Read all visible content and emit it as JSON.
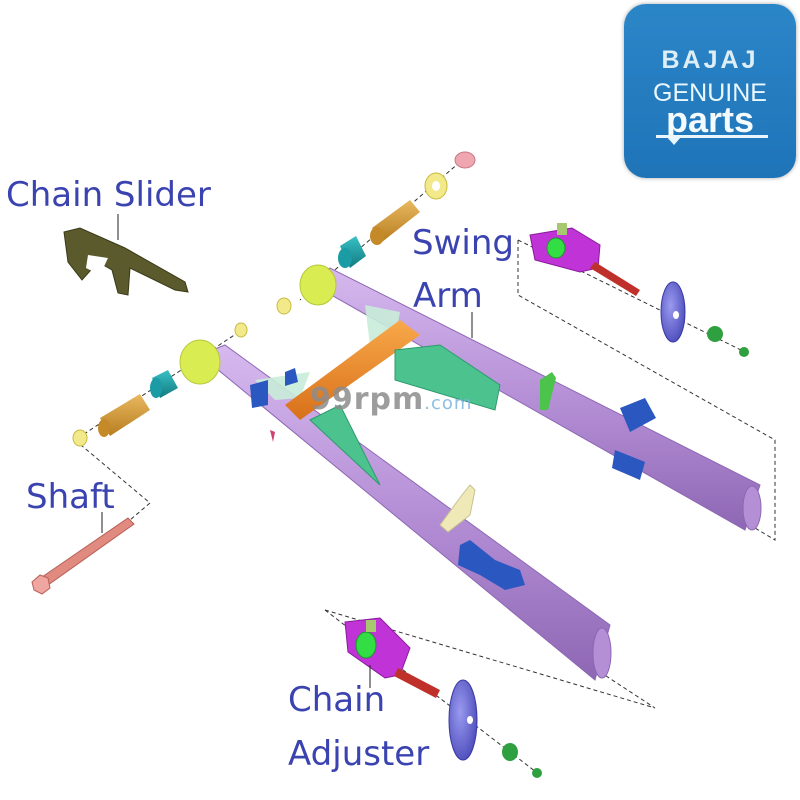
{
  "logo": {
    "brand": "BAJAJ",
    "line2": "GENUINE",
    "line3": "parts",
    "background_color": "#1f74b8"
  },
  "watermark": {
    "main": "99rpm",
    "domain": ".com"
  },
  "labels": {
    "chain_slider": "Chain Slider",
    "swing_arm_line1": "Swing",
    "swing_arm_line2": "Arm",
    "shaft": "Shaft",
    "chain_adjuster_line1": "Chain",
    "chain_adjuster_line2": "Adjuster"
  },
  "colors": {
    "label_text": "#3a43b0",
    "swing_arm_tube": "#b58fd6",
    "cross_tube": "#f08a1e",
    "gusset": "#4cc38f",
    "pivot_collar": "#d9ec52",
    "bushing_outer": "#d79a30",
    "bushing_inner": "#1b9ba3",
    "washer": "#f2e98a",
    "nut_cap": "#f0a6b0",
    "chain_slider": "#5b5a2c",
    "shaft": "#e08a80",
    "adjuster_block": "#c033d6",
    "adjuster_bolt": "#c0302a",
    "adjuster_plate": "#5f5fd0",
    "adjuster_nut": "#2fa040",
    "bracket_blue": "#2a57c0",
    "bracket_cream": "#efe9b8"
  }
}
